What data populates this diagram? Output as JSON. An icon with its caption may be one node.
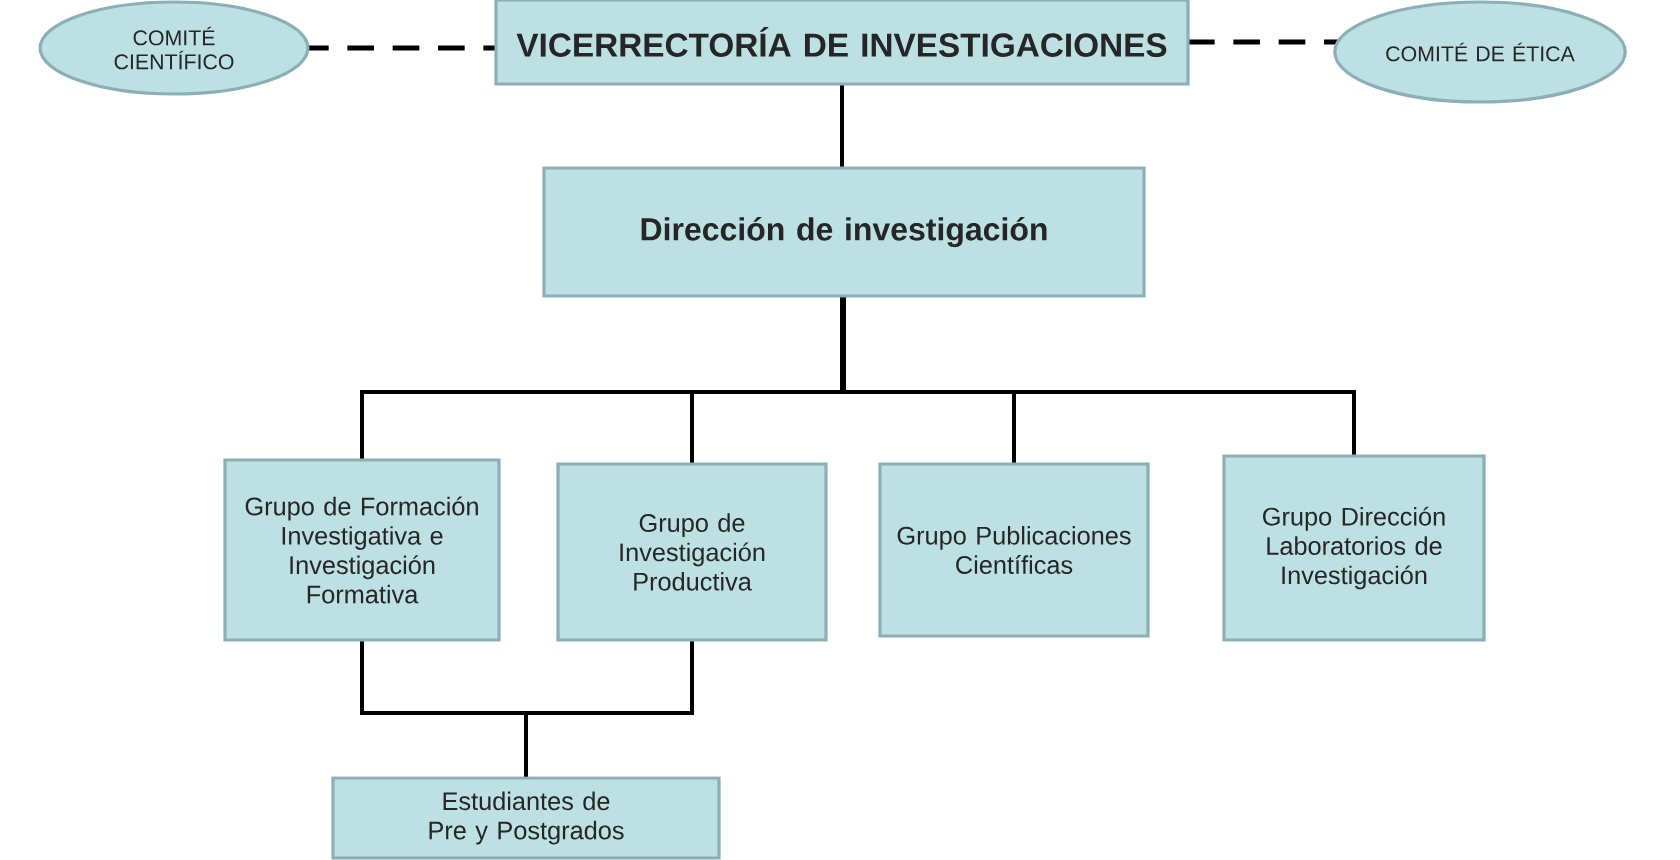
{
  "diagram": {
    "nodes": [
      {
        "text": [
          "COMITÉ CIENTÍFICO"
        ]
      },
      {
        "text": [
          "VICERRECTORÍA DE INVESTIGACIONES"
        ]
      },
      {
        "text": [
          "COMITÉ DE ÉTICA"
        ]
      },
      {
        "text": [
          "Dirección de investigación"
        ]
      },
      {
        "text": [
          "Grupo de Formación Investigativa e Investigación Formativa"
        ]
      },
      {
        "text": [
          "Grupo de Investigación Productiva"
        ]
      },
      {
        "text": [
          "Grupo Publicaciones Científicas"
        ]
      },
      {
        "text": [
          "Grupo Dirección Laboratorios de Investigación"
        ]
      },
      {
        "text": [
          "Estudiantes de Pre y Postgrados"
        ]
      }
    ],
    "edges": [
      {
        "from": 0,
        "to": 1,
        "arrow": "none",
        "style": "dashed"
      },
      {
        "from": 1,
        "to": 2,
        "arrow": "none",
        "style": "dashed"
      },
      {
        "from": 1,
        "to": 3,
        "arrow": "none"
      },
      {
        "from": 3,
        "to": 4,
        "arrow": "none"
      },
      {
        "from": 3,
        "to": 5,
        "arrow": "none"
      },
      {
        "from": 3,
        "to": 6,
        "arrow": "none"
      },
      {
        "from": 3,
        "to": 7,
        "arrow": "none"
      },
      {
        "from": 4,
        "to": 8,
        "arrow": "none"
      },
      {
        "from": 5,
        "to": 8,
        "arrow": "none"
      }
    ]
  }
}
